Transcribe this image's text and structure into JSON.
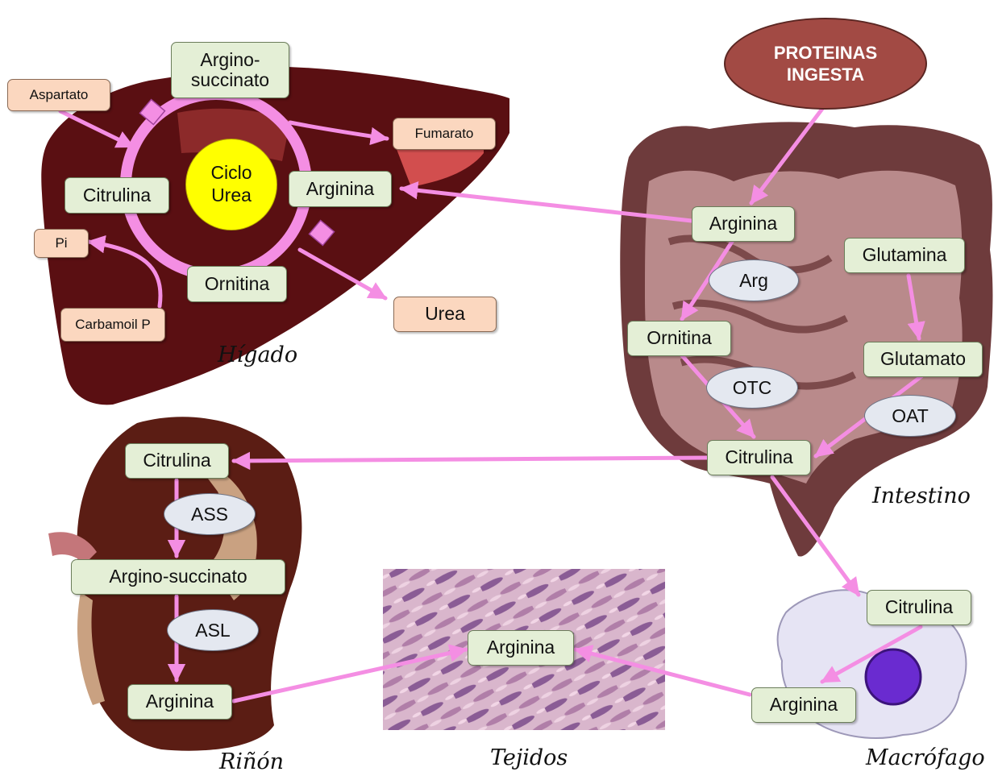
{
  "colors": {
    "arrow": "#f48ee3",
    "node_fill": "#e4efd6",
    "substrate_fill": "#fbd7bf",
    "enzyme_fill": "#e4e8f0",
    "cycle_fill": "#ffff00",
    "protein_fill": "#a24a44"
  },
  "protein": {
    "line1": "PROTEINAS",
    "line2": "INGESTA"
  },
  "liver": {
    "organ_label": "Hígado",
    "cycle": {
      "line1": "Ciclo",
      "line2": "Urea"
    },
    "argininosuccinate_line1": "Argino-",
    "argininosuccinate_line2": "succinato",
    "citrulline": "Citrulina",
    "arginine": "Arginina",
    "ornithine": "Ornitina",
    "aspartate": "Aspartato",
    "fumarate": "Fumarato",
    "pi": "Pi",
    "carbamoyl": "Carbamoil P",
    "urea": "Urea"
  },
  "intestine": {
    "organ_label": "Intestino",
    "arginine": "Arginina",
    "ornithine": "Ornitina",
    "citrulline": "Citrulina",
    "glutamine": "Glutamina",
    "glutamate": "Glutamato",
    "enzyme_arg": "Arg",
    "enzyme_otc": "OTC",
    "enzyme_oat": "OAT"
  },
  "kidney": {
    "organ_label": "Riñón",
    "citrulline": "Citrulina",
    "argininosuccinate": "Argino-succinato",
    "arginine": "Arginina",
    "enzyme_ass": "ASS",
    "enzyme_asl": "ASL"
  },
  "tissues": {
    "organ_label": "Tejidos",
    "arginine": "Arginina"
  },
  "macrophage": {
    "organ_label": "Macrófago",
    "citrulline": "Citrulina",
    "arginine": "Arginina"
  }
}
